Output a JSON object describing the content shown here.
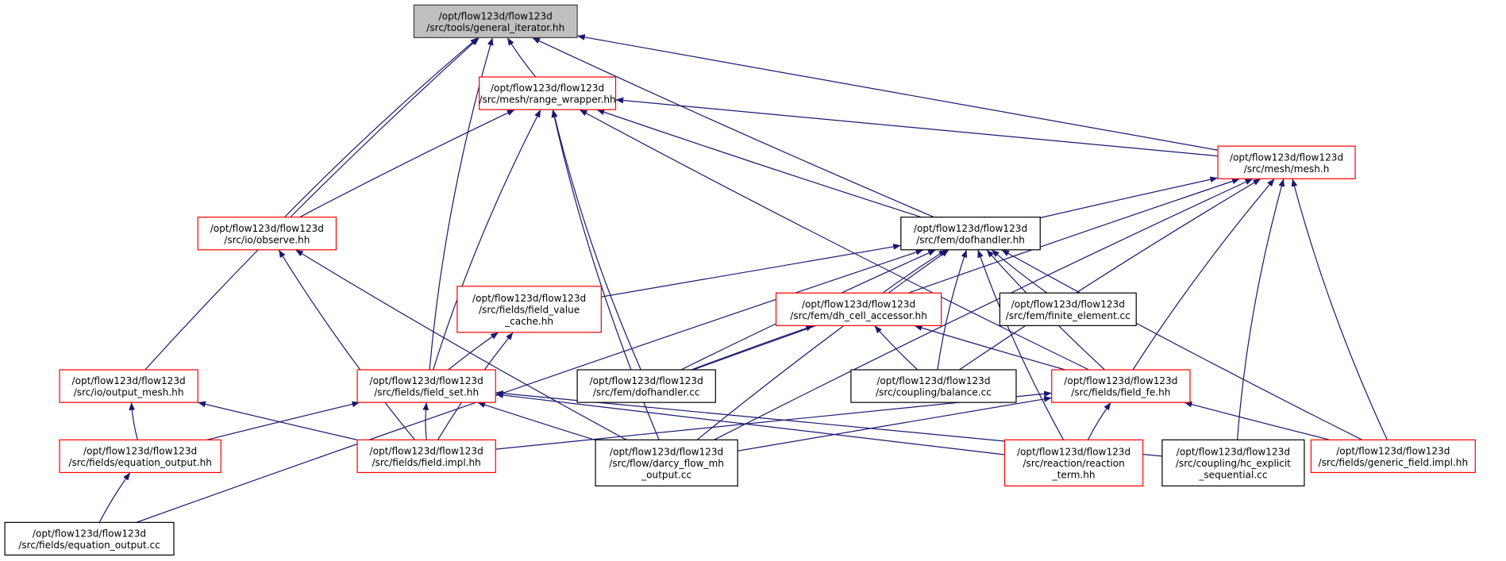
{
  "colors": {
    "edge": "#191970",
    "current_fill": "#bfbfbf",
    "current_border": "#404040",
    "red_border": "#ff0000",
    "black_border": "#000000"
  },
  "nodes": [
    {
      "id": "gi",
      "kind": "current",
      "lines": [
        "/opt/flow123d/flow123d",
        "/src/tools/general_iterator.hh"
      ]
    },
    {
      "id": "rw",
      "kind": "red",
      "lines": [
        "/opt/flow123d/flow123d",
        "/src/mesh/range_wrapper.hh"
      ]
    },
    {
      "id": "mesh",
      "kind": "red",
      "lines": [
        "/opt/flow123d/flow123d",
        "/src/mesh/mesh.h"
      ]
    },
    {
      "id": "obs",
      "kind": "red",
      "lines": [
        "/opt/flow123d/flow123d",
        "/src/io/observe.hh"
      ]
    },
    {
      "id": "dofh",
      "kind": "black",
      "lines": [
        "/opt/flow123d/flow123d",
        "/src/fem/dofhandler.hh"
      ]
    },
    {
      "id": "fvc",
      "kind": "red",
      "lines": [
        "/opt/flow123d/flow123d",
        "/src/fields/field_value",
        "_cache.hh"
      ]
    },
    {
      "id": "dhca",
      "kind": "red",
      "lines": [
        "/opt/flow123d/flow123d",
        "/src/fem/dh_cell_accessor.hh"
      ]
    },
    {
      "id": "fe",
      "kind": "black",
      "lines": [
        "/opt/flow123d/flow123d",
        "/src/fem/finite_element.cc"
      ]
    },
    {
      "id": "om",
      "kind": "red",
      "lines": [
        "/opt/flow123d/flow123d",
        "/src/io/output_mesh.hh"
      ]
    },
    {
      "id": "fs",
      "kind": "red",
      "lines": [
        "/opt/flow123d/flow123d",
        "/src/fields/field_set.hh"
      ]
    },
    {
      "id": "dofcc",
      "kind": "black",
      "lines": [
        "/opt/flow123d/flow123d",
        "/src/fem/dofhandler.cc"
      ]
    },
    {
      "id": "bal",
      "kind": "black",
      "lines": [
        "/opt/flow123d/flow123d",
        "/src/coupling/balance.cc"
      ]
    },
    {
      "id": "ffe",
      "kind": "red",
      "lines": [
        "/opt/flow123d/flow123d",
        "/src/fields/field_fe.hh"
      ]
    },
    {
      "id": "eqo",
      "kind": "red",
      "lines": [
        "/opt/flow123d/flow123d",
        "/src/fields/equation_output.hh"
      ]
    },
    {
      "id": "fimpl",
      "kind": "red",
      "lines": [
        "/opt/flow123d/flow123d",
        "/src/fields/field.impl.hh"
      ]
    },
    {
      "id": "darcy",
      "kind": "black",
      "lines": [
        "/opt/flow123d/flow123d",
        "/src/flow/darcy_flow_mh",
        "_output.cc"
      ]
    },
    {
      "id": "react",
      "kind": "red",
      "lines": [
        "/opt/flow123d/flow123d",
        "/src/reaction/reaction",
        "_term.hh"
      ]
    },
    {
      "id": "hc",
      "kind": "black",
      "lines": [
        "/opt/flow123d/flow123d",
        "/src/coupling/hc_explicit",
        "_sequential.cc"
      ]
    },
    {
      "id": "gfi",
      "kind": "red",
      "lines": [
        "/opt/flow123d/flow123d",
        "/src/fields/generic_field.impl.hh"
      ]
    },
    {
      "id": "eqcc",
      "kind": "black",
      "lines": [
        "/opt/flow123d/flow123d",
        "/src/fields/equation_output.cc"
      ]
    }
  ],
  "edges": [
    [
      "rw",
      "gi"
    ],
    [
      "obs",
      "gi"
    ],
    [
      "om",
      "gi"
    ],
    [
      "fs",
      "gi"
    ],
    [
      "dofh",
      "gi"
    ],
    [
      "mesh",
      "gi"
    ],
    [
      "obs",
      "rw"
    ],
    [
      "fs",
      "rw"
    ],
    [
      "darcy",
      "rw"
    ],
    [
      "dofcc",
      "rw"
    ],
    [
      "dofh",
      "rw"
    ],
    [
      "mesh",
      "rw"
    ],
    [
      "ffe",
      "rw"
    ],
    [
      "dofh",
      "mesh"
    ],
    [
      "dofcc",
      "mesh"
    ],
    [
      "bal",
      "mesh"
    ],
    [
      "ffe",
      "mesh"
    ],
    [
      "darcy",
      "mesh"
    ],
    [
      "hc",
      "mesh"
    ],
    [
      "gfi",
      "mesh"
    ],
    [
      "eqcc",
      "dofh"
    ],
    [
      "fvc",
      "dofh"
    ],
    [
      "dofcc",
      "dofh"
    ],
    [
      "darcy",
      "dofh"
    ],
    [
      "dhca",
      "dofh"
    ],
    [
      "bal",
      "dofh"
    ],
    [
      "fe",
      "dofh"
    ],
    [
      "ffe",
      "dofh"
    ],
    [
      "react",
      "dofh"
    ],
    [
      "gfi",
      "dofh"
    ],
    [
      "fs",
      "fvc"
    ],
    [
      "fimpl",
      "fvc"
    ],
    [
      "dofcc",
      "dhca"
    ],
    [
      "bal",
      "dhca"
    ],
    [
      "ffe",
      "dhca"
    ],
    [
      "eqo",
      "om"
    ],
    [
      "fimpl",
      "om"
    ],
    [
      "fimpl",
      "obs"
    ],
    [
      "darcy",
      "obs"
    ],
    [
      "eqo",
      "fs"
    ],
    [
      "fimpl",
      "fs"
    ],
    [
      "darcy",
      "fs"
    ],
    [
      "react",
      "fs"
    ],
    [
      "hc",
      "fs"
    ],
    [
      "fimpl",
      "ffe"
    ],
    [
      "darcy",
      "ffe"
    ],
    [
      "react",
      "ffe"
    ],
    [
      "gfi",
      "ffe"
    ],
    [
      "eqcc",
      "eqo"
    ]
  ]
}
